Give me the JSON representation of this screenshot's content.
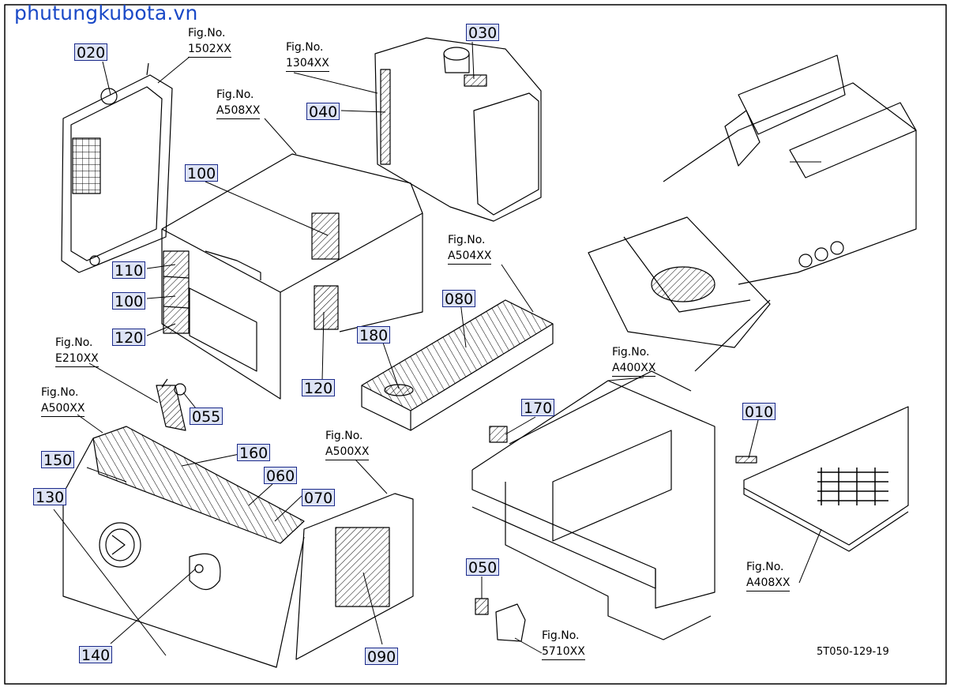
{
  "watermark": "phutungkubota.vn",
  "diagram_code": "5T050-129-19",
  "fig_prefix": "Fig.No.",
  "part_labels": [
    "020",
    "030",
    "040",
    "100",
    "110",
    "100",
    "120",
    "120",
    "180",
    "080",
    "055",
    "150",
    "160",
    "060",
    "070",
    "130",
    "140",
    "090",
    "170",
    "050",
    "010"
  ],
  "fig_refs": [
    "1502XX",
    "1304XX",
    "A508XX",
    "A504XX",
    "E210XX",
    "A500XX",
    "A500XX",
    "A400XX",
    "5710XX",
    "A408XX"
  ],
  "colors": {
    "label_border": "#1b2a8a",
    "label_fill": "#dde3f5",
    "watermark": "#1a49c7",
    "lines": "#000000"
  }
}
